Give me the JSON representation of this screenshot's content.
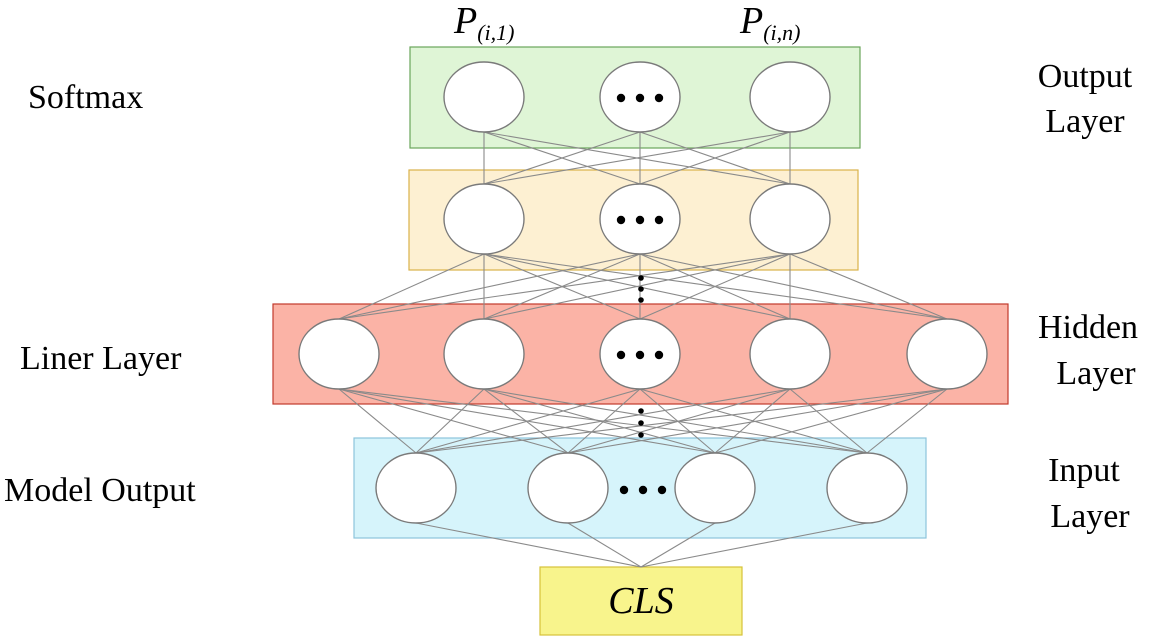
{
  "left_labels": {
    "softmax": "Softmax",
    "liner_layer": "Liner Layer",
    "model_output": "Model Output"
  },
  "right_labels": {
    "output_layer_line1": "Output",
    "output_layer_line2": "Layer",
    "hidden_layer_line1": "Hidden",
    "hidden_layer_line2": "Layer",
    "input_layer_line1": "Input",
    "input_layer_line2": "Layer"
  },
  "outputs": {
    "first_symbol": "P",
    "first_subscript": "(i,1)",
    "last_symbol": "P",
    "last_subscript": "(i,n)"
  },
  "cls_label": "CLS",
  "colors": {
    "output_box_fill": "#dff5d6",
    "output_box_stroke": "#6aa55a",
    "hidden2_box_fill": "#fdf0d2",
    "hidden2_box_stroke": "#d9b24a",
    "hidden1_box_fill": "#fbb3a6",
    "hidden1_box_stroke": "#c23a2c",
    "input_box_fill": "#d6f4fb",
    "input_box_stroke": "#8cc4dc",
    "cls_box_fill": "#f8f48c",
    "cls_box_stroke": "#d6c23a"
  }
}
